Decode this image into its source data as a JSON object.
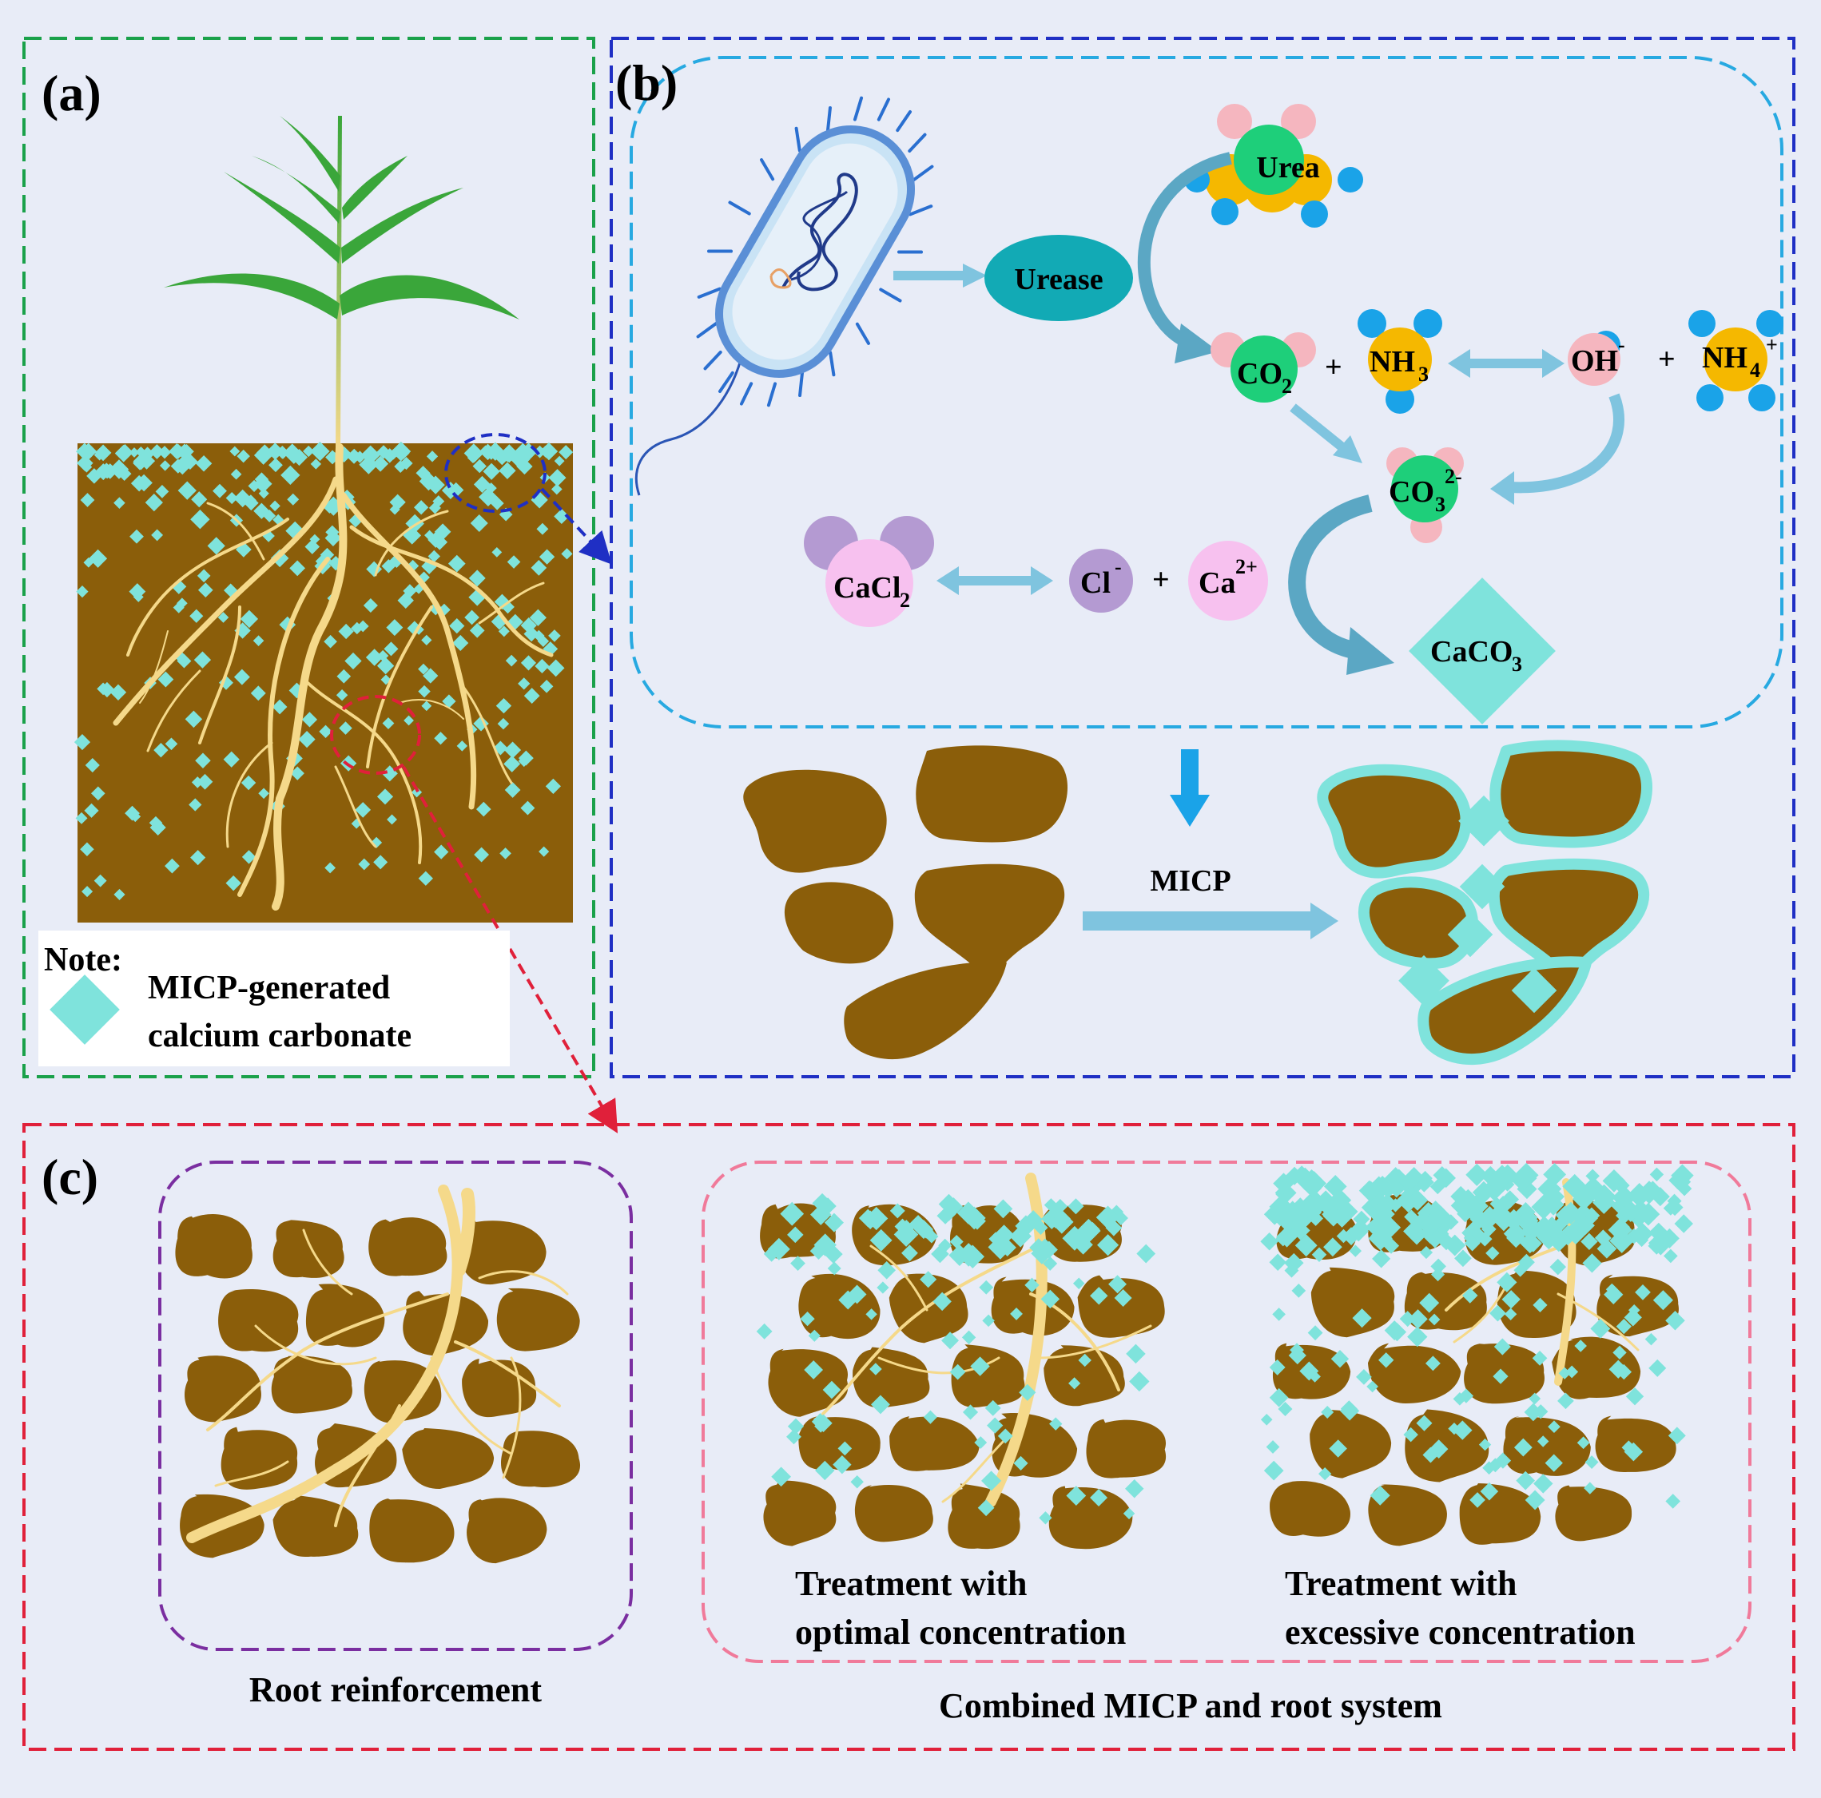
{
  "panels": {
    "a": {
      "label": "(a)"
    },
    "b": {
      "label": "(b)"
    },
    "c": {
      "label": "(c)"
    }
  },
  "note": {
    "title": "Note:",
    "legend_line1": "MICP-generated",
    "legend_line2": "calcium carbonate"
  },
  "reaction": {
    "urease": "Urease",
    "urea": "Urea",
    "co2": {
      "base": "CO",
      "sub": "2"
    },
    "nh3": {
      "base": "NH",
      "sub": "3"
    },
    "oh": {
      "base": "OH",
      "sup": "-"
    },
    "nh4": {
      "base": "NH",
      "sub": "4",
      "sup": "+"
    },
    "co3": {
      "base": "CO",
      "sub": "3",
      "sup": "2-"
    },
    "cacl2": {
      "base": "CaCl",
      "sub": "2"
    },
    "cl": {
      "base": "Cl",
      "sup": "-"
    },
    "ca": {
      "base": "Ca",
      "sup": "2+"
    },
    "caco3": {
      "base": "CaCO",
      "sub": "3"
    },
    "plus": "+",
    "micp": "MICP"
  },
  "panel_c": {
    "root_reinforcement": "Root reinforcement",
    "optimal_line1": "Treatment with",
    "optimal_line2": "optimal concentration",
    "excessive_line1": "Treatment with",
    "excessive_line2": "excessive concentration",
    "combined": "Combined MICP and root system"
  },
  "colors": {
    "background": "#e8ecf7",
    "soil": "#8b5e0a",
    "calcite": "#7fe3dc",
    "root": "#f5d98a",
    "plant": "#3aa63a",
    "panel_a_border": "#1aa14a",
    "panel_b_border": "#1f2fc4",
    "panel_b_inner_border": "#27a9e1",
    "panel_c_border": "#e0203a",
    "root_box_border": "#7a2ea0",
    "combined_box_border": "#f07a9a",
    "arrow": "#7fc4df",
    "urease": "#12aab5"
  }
}
